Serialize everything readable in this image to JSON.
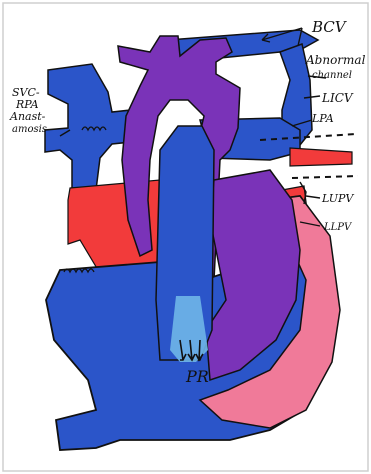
{
  "figure": {
    "labels": {
      "bcv": "BCV",
      "abnormal_channel_1": "Abnormal",
      "abnormal_channel_2": "channel",
      "licv": "LICV",
      "lpa": "LPA",
      "svc_rpa_1": "SVC-",
      "svc_rpa_2": "RPA",
      "svc_rpa_3": "Anast-",
      "svc_rpa_4": "amosis",
      "lupv_1": "LUPV",
      "lupv_2": "LLPV",
      "pr": "PR"
    },
    "colors": {
      "blue": "#2b55c9",
      "purple": "#7a33b8",
      "red": "#f23b3b",
      "pink": "#f07a99",
      "outline": "#111111",
      "background": "#ffffff"
    }
  }
}
